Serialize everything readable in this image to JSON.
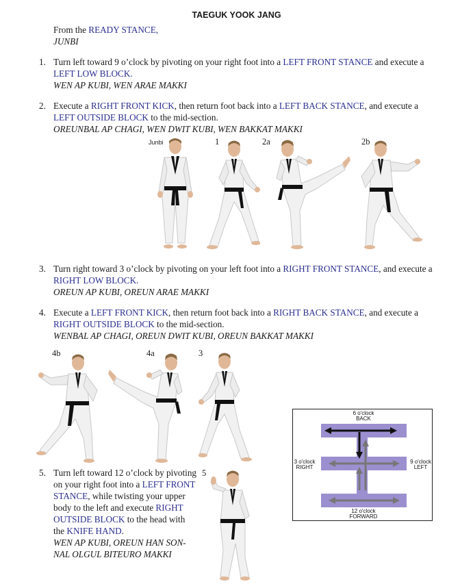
{
  "title": "TAEGUK YOOK JANG",
  "ready": {
    "prefix": "From the ",
    "kw": "READY STANCE,",
    "korean": "JUNBI"
  },
  "step1": {
    "number": "1.",
    "t1": "Turn left toward 9 o’clock by pivoting on your right foot into a ",
    "k1": "LEFT FRONT STANCE",
    "t2": " and execute a",
    "k2": "LEFT LOW BLOCK.",
    "korean": "WEN AP KUBI, WEN ARAE MAKKI"
  },
  "step2": {
    "number": "2.",
    "t1": "Execute a ",
    "k1": "RIGHT FRONT KICK",
    "t2": ", then return foot back into a ",
    "k2": "LEFT BACK STANCE",
    "t3": ", and execute a",
    "k3": "LEFT OUTSIDE BLOCK",
    "t4": " to the mid-section.",
    "korean": "OREUNBAL AP CHAGI, WEN DWIT KUBI, WEN  BAKKAT MAKKI"
  },
  "figs_row1": [
    "Junbi",
    "1",
    "2a",
    "2b"
  ],
  "step3": {
    "number": "3.",
    "t1": "Turn right toward 3 o’clock by pivoting on your left foot into a ",
    "k1": "RIGHT FRONT STANCE",
    "t2": ", and execute a",
    "k2": "RIGHT LOW BLOCK.",
    "korean": "OREUN AP KUBI, OREUN ARAE MAKKI"
  },
  "step4": {
    "number": "4.",
    "t1": "Execute a ",
    "k1": "LEFT FRONT KICK",
    "t2": ", then return foot back into a ",
    "k2": "RIGHT BACK STANCE",
    "t3": ", and execute a",
    "k3": "RIGHT OUTSIDE BLOCK",
    "t4": " to the mid-section.",
    "korean": "WENBAL AP CHAGI, OREUN DWIT KUBI, OREUN BAKKAT MAKKI"
  },
  "figs_row2": [
    "4b",
    "4a",
    "3"
  ],
  "step5": {
    "number": "5.",
    "l1": "Turn left toward 12 o’clock by pivoting",
    "l2a": "on your right foot into a ",
    "l2k": "LEFT FRONT",
    "l3k": "STANCE",
    "l3b": ", while twisting your upper",
    "l4a": "body to the left and execute ",
    "l4k": "RIGHT",
    "l5k": "OUTSIDE BLOCK",
    "l5b": " to the head with",
    "l6a": "the ",
    "l6k": "KNIFE HAND",
    "l6b": ".",
    "korean1": "WEN AP KUBI, OREUN HAN SON-",
    "korean2": "NAL OLGUL BITEURO MAKKI"
  },
  "fig5_label": "5",
  "diagram": {
    "top1": "6 o'clock",
    "top2": "BACK",
    "left1": "3 o'clock",
    "left2": "RIGHT",
    "right1": "9 o'clock",
    "right2": "LEFT",
    "bottom1": "12 o'clock",
    "bottom2": "FORWARD"
  },
  "colors": {
    "keyword": "#2b2f8f",
    "diagram_bar": "#9b8fcf",
    "belt": "#111111"
  }
}
